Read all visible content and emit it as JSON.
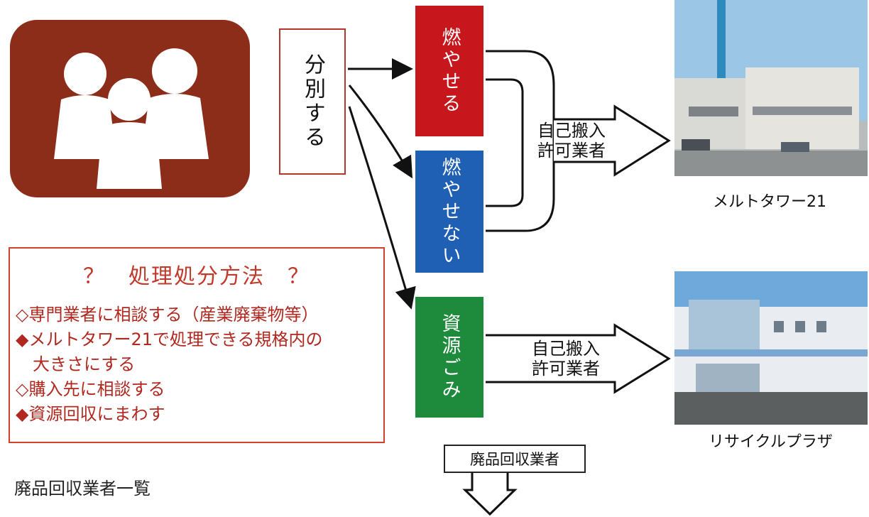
{
  "sort_box": {
    "label": "分別する"
  },
  "categories": [
    {
      "label": "燃やせる",
      "color": "#c8161d"
    },
    {
      "label": "燃やせない",
      "color": "#1f5fb4"
    },
    {
      "label": "資源ごみ",
      "color": "#1e8a3c"
    }
  ],
  "flow_labels": {
    "upper_line1": "自己搬入",
    "upper_line2": "許可業者",
    "lower_line1": "自己搬入",
    "lower_line2": "許可業者"
  },
  "facilities": [
    {
      "caption": "メルトタワー21"
    },
    {
      "caption": "リサイクルプラザ"
    }
  ],
  "method_box": {
    "title": "？　処理処分方法　？",
    "items": [
      "◇専門業者に相談する（産業廃棄物等）",
      "◆メルトタワー21で処理できる規格内の",
      "　大きさにする",
      "◇購入先に相談する",
      "◆資源回収にまわす"
    ]
  },
  "dealer_box": {
    "label": "廃品回収業者"
  },
  "dealer_list_label": "廃品回収業者一覧",
  "colors": {
    "icon_bg": "#8c2d19",
    "method_text": "#b0281f",
    "burnable": "#c8161d",
    "nonburnable": "#1f5fb4",
    "resource": "#1e8a3c"
  },
  "icons": [
    "family-icon",
    "building-photo",
    "building-photo"
  ]
}
